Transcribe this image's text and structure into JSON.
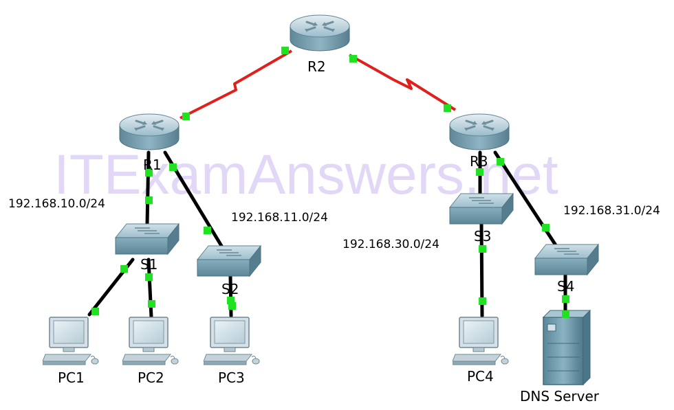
{
  "watermark": "ITExamAnswers.net",
  "devices": {
    "r1": "R1",
    "r2": "R2",
    "r3": "R3",
    "s1": "S1",
    "s2": "S2",
    "s3": "S3",
    "s4": "S4",
    "pc1": "PC1",
    "pc2": "PC2",
    "pc3": "PC3",
    "pc4": "PC4",
    "dns": "DNS Server"
  },
  "networks": {
    "n10": "192.168.10.0/24",
    "n11": "192.168.11.0/24",
    "n30": "192.168.30.0/24",
    "n31": "192.168.31.0/24"
  },
  "colors": {
    "serial_link": "#e0201c",
    "ethernet_link": "#000000",
    "port_up": "#22e022",
    "router_body": "#7fa7b7",
    "switch_body": "#7aa8b8",
    "pc_body": "#dde5ea",
    "server_body": "#6f9cae"
  }
}
